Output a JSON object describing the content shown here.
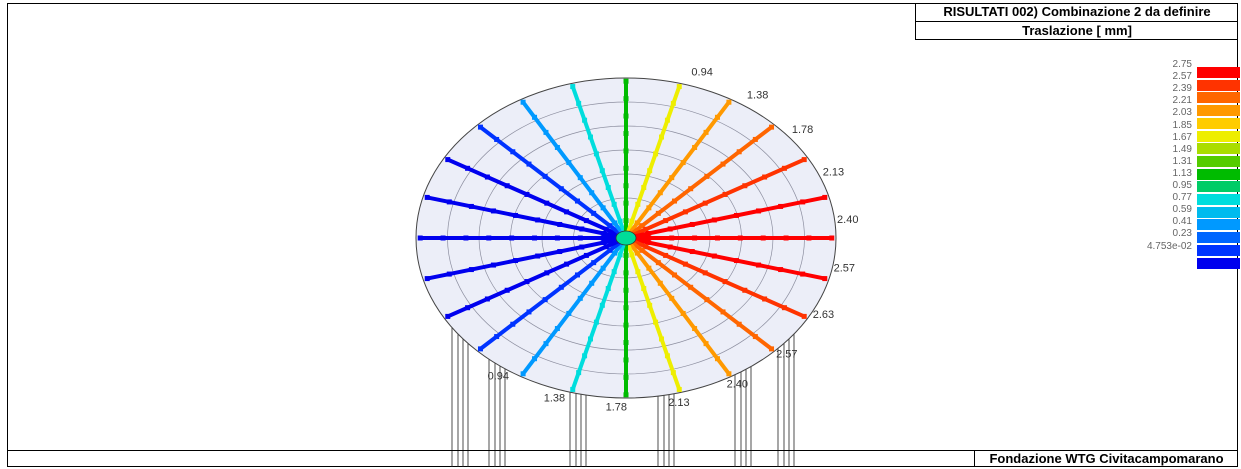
{
  "header": {
    "title": "RISULTATI   002) Combinazione 2 da definire",
    "subtitle": "Traslazione [ mm]"
  },
  "footer": {
    "label": "Fondazione WTG Civitacampomarano"
  },
  "legend": {
    "ticks": [
      "2.75",
      "2.57",
      "2.39",
      "2.21",
      "2.03",
      "1.85",
      "1.67",
      "1.49",
      "1.31",
      "1.13",
      "0.95",
      "0.77",
      "0.59",
      "0.41",
      "0.23",
      "4.753e-02"
    ],
    "colors": [
      "#ff0000",
      "#ff3300",
      "#ff6600",
      "#ff9900",
      "#ffcc00",
      "#eeee00",
      "#aadd00",
      "#55cc00",
      "#00bb00",
      "#00cc66",
      "#00dddd",
      "#00bbee",
      "#0099ff",
      "#0066ff",
      "#0033ff",
      "#0000ee"
    ]
  },
  "chart_data": {
    "type": "radial-displacement-map",
    "unit": "mm",
    "tip_labels": [
      {
        "text": "0.94",
        "value": 0.94
      },
      {
        "text": "1.38",
        "value": 1.38
      },
      {
        "text": "1.78",
        "value": 1.78
      },
      {
        "text": "2.13",
        "value": 2.13
      },
      {
        "text": "2.40",
        "value": 2.4
      },
      {
        "text": "2.57",
        "value": 2.57
      },
      {
        "text": "2.63",
        "value": 2.63
      },
      {
        "text": "2.57",
        "value": 2.57
      },
      {
        "text": "2.40",
        "value": 2.4
      },
      {
        "text": "2.13",
        "value": 2.13
      },
      {
        "text": "1.78",
        "value": 1.78
      },
      {
        "text": "1.38",
        "value": 1.38
      },
      {
        "text": "0.94",
        "value": 0.94
      }
    ],
    "spoke_end_values": [
      2.75,
      2.7,
      2.57,
      2.4,
      2.13,
      1.78,
      1.38,
      0.94,
      0.5,
      0.24,
      0.1,
      0.05,
      0.05,
      0.05,
      0.1,
      0.24,
      0.5,
      0.94,
      1.38,
      1.78,
      2.13,
      2.4,
      2.57,
      2.7
    ]
  }
}
